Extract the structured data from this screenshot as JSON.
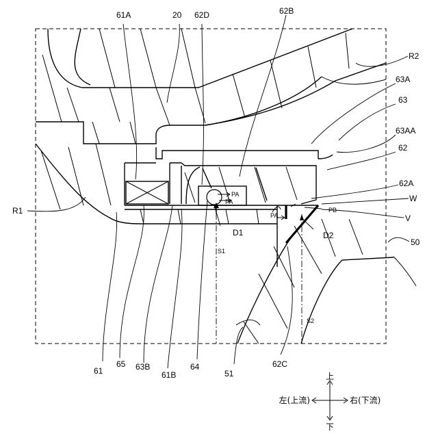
{
  "labels": {
    "l_61A": "61A",
    "l_20": "20",
    "l_62D": "62D",
    "l_62B": "62B",
    "l_R2": "R2",
    "l_63A": "63A",
    "l_63": "63",
    "l_63AA": "63AA",
    "l_62": "62",
    "l_62A": "62A",
    "l_W": "W",
    "l_V": "V",
    "l_50": "50",
    "l_R1": "R1",
    "l_D1": "D1",
    "l_D2": "D2",
    "l_PA1": "PA",
    "l_PA2": "PA",
    "l_PA3": "PA",
    "l_PB": "PB",
    "l_S1": "S1",
    "l_S2": "S2",
    "l_61": "61",
    "l_65": "65",
    "l_63B": "63B",
    "l_61B": "61B",
    "l_64": "64",
    "l_51": "51",
    "l_62C": "62C"
  },
  "legend": {
    "up": "上",
    "down": "下",
    "left": "左(上流)",
    "right": "右(下流)"
  }
}
